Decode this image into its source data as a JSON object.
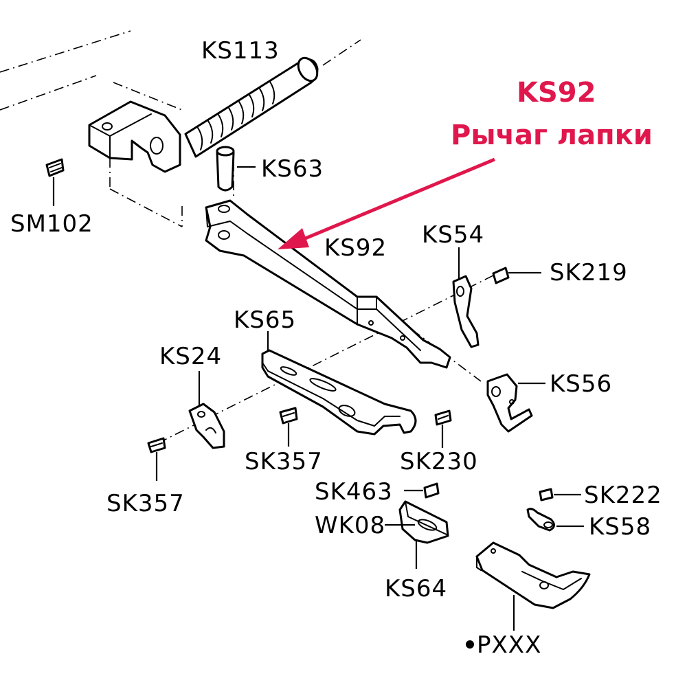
{
  "callout": {
    "code": "KS92",
    "name": "Рычаг лапки",
    "color": "#e0174c"
  },
  "labels": {
    "ks113": "KS113",
    "ks63": "KS63",
    "sm102": "SM102",
    "ks92": "KS92",
    "ks54": "KS54",
    "sk219": "SK219",
    "ks65": "KS65",
    "ks24": "KS24",
    "ks56": "KS56",
    "sk357_center": "SK357",
    "sk230": "SK230",
    "sk357_left": "SK357",
    "sk463": "SK463",
    "sk222": "SK222",
    "wk08": "WK08",
    "ks58": "KS58",
    "ks64": "KS64",
    "pxxx": "PXXX"
  }
}
